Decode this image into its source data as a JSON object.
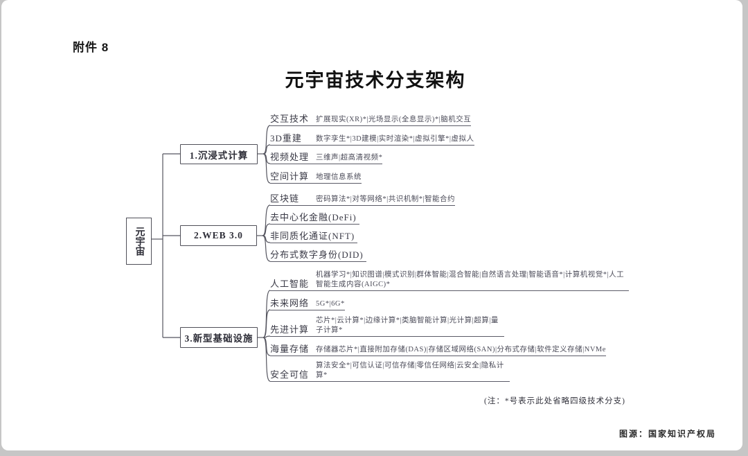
{
  "page": {
    "attachment_label": "附件 8",
    "title": "元宇宙技术分支架构",
    "note": "(注：*号表示此处省略四级技术分支)",
    "source": "图源：国家知识产权局"
  },
  "colors": {
    "line": "#55555f",
    "text": "#3a3a46",
    "background": "#ffffff"
  },
  "root": {
    "label": "元宇宙"
  },
  "branches": [
    {
      "label": "1.沉浸式计算",
      "rows": [
        {
          "label": "交互技术",
          "items": "扩展现实(XR)*|光场显示(全息显示)*|脑机交互"
        },
        {
          "label": "3D重建",
          "items": "数字孪生*|3D建模|实时渲染*|虚拟引擎*|虚拟人"
        },
        {
          "label": "视频处理",
          "items": "三维声|超高清视频*"
        },
        {
          "label": "空间计算",
          "items": "地理信息系统"
        }
      ]
    },
    {
      "label": "2.WEB 3.0",
      "rows": [
        {
          "label": "区块链",
          "items": "密码算法*|对等网络*|共识机制*|智能合约"
        },
        {
          "label": "去中心化金融(DeFi)",
          "items": ""
        },
        {
          "label": "非同质化通证(NFT)",
          "items": ""
        },
        {
          "label": "分布式数字身份(DID)",
          "items": ""
        }
      ]
    },
    {
      "label": "3.新型基础设施",
      "rows": [
        {
          "label": "人工智能",
          "items": "机器学习*|知识图谱|模式识别|群体智能|混合智能|自然语言处理|智能语音*|计算机视觉*|人工智能生成内容(AIGC)*"
        },
        {
          "label": "未来网络",
          "items": "5G*|6G*"
        },
        {
          "label": "先进计算",
          "items": "芯片*|云计算*|边缘计算*|类脑智能计算|光计算|超算|量子计算*"
        },
        {
          "label": "海量存储",
          "items": "存储器芯片*|直接附加存储(DAS)|存储区域网络(SAN)|分布式存储|软件定义存储|NVMe"
        },
        {
          "label": "安全可信",
          "items": "算法安全*|可信认证|可信存储|零信任网络|云安全|隐私计算*"
        }
      ]
    }
  ]
}
